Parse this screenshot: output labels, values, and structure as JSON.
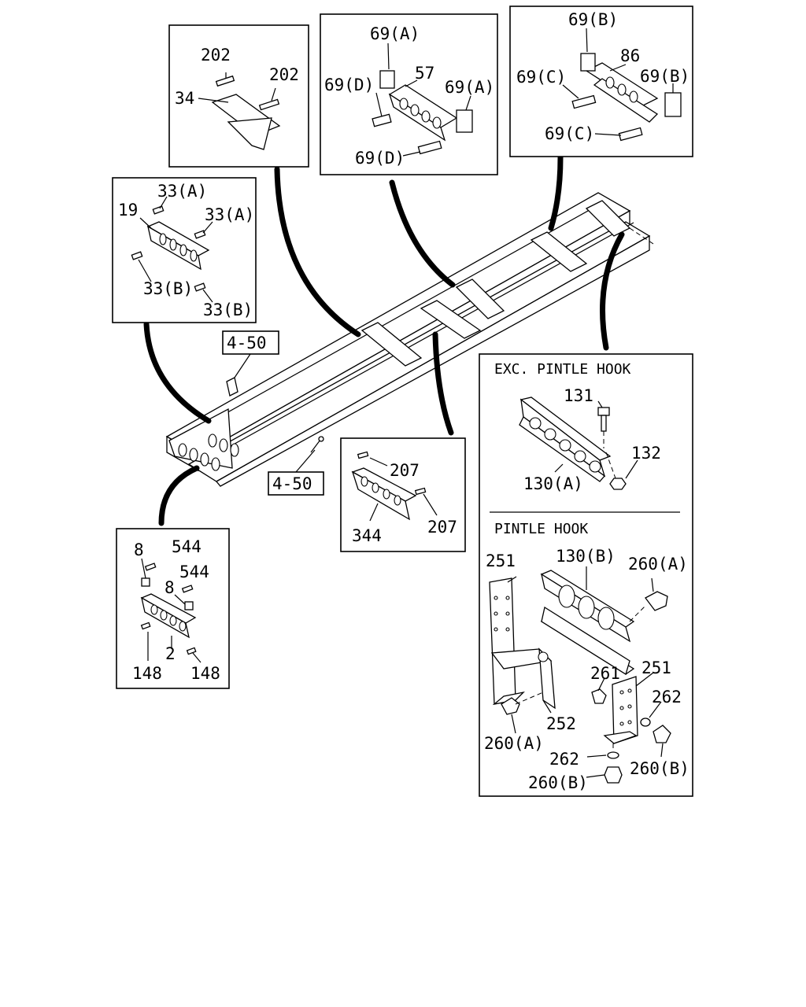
{
  "labels": {
    "p202a": "202",
    "p202b": "202",
    "p34": "34",
    "p69A_1": "69(A)",
    "p69D_1": "69(D)",
    "p57": "57",
    "p69A_2": "69(A)",
    "p69D_2": "69(D)",
    "p69B_1": "69(B)",
    "p86": "86",
    "p69C_1": "69(C)",
    "p69B_2": "69(B)",
    "p69C_2": "69(C)",
    "p33A_1": "33(A)",
    "p19": "19",
    "p33A_2": "33(A)",
    "p33B_1": "33(B)",
    "p33B_2": "33(B)",
    "ref1": "4-50",
    "ref2": "4-50",
    "p207a": "207",
    "p207b": "207",
    "p344": "344",
    "p8a": "8",
    "p544a": "544",
    "p544b": "544",
    "p8b": "8",
    "p2": "2",
    "p148a": "148",
    "p148b": "148",
    "hdr_exc": "EXC. PINTLE HOOK",
    "p131": "131",
    "p132": "132",
    "p130A": "130(A)",
    "hdr_pintle": "PINTLE HOOK",
    "p251a": "251",
    "p130B": "130(B)",
    "p260A_1": "260(A)",
    "p261": "261",
    "p251b": "251",
    "p262a": "262",
    "p252": "252",
    "p260A_2": "260(A)",
    "p262b": "262",
    "p260B_1": "260(B)",
    "p260B_2": "260(B)"
  }
}
